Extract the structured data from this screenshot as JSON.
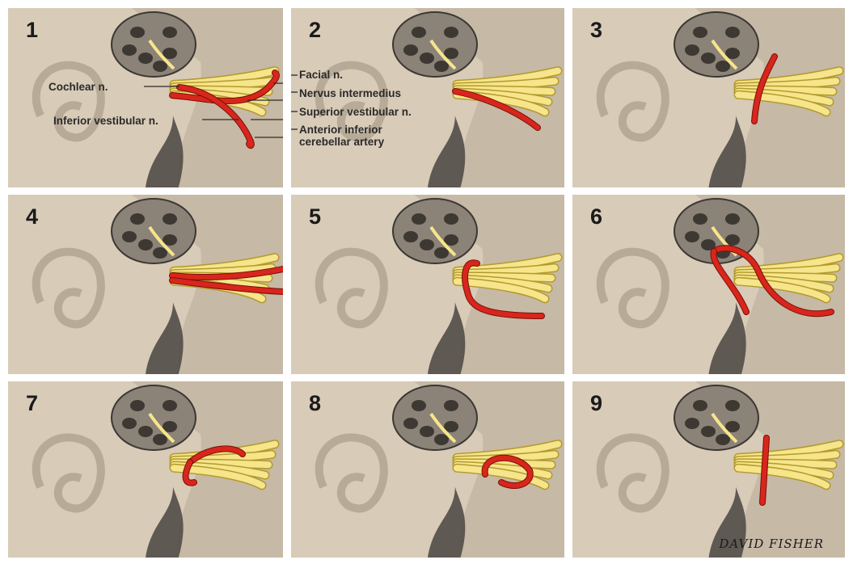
{
  "panels": [
    {
      "number": "1"
    },
    {
      "number": "2"
    },
    {
      "number": "3"
    },
    {
      "number": "4"
    },
    {
      "number": "5"
    },
    {
      "number": "6"
    },
    {
      "number": "7"
    },
    {
      "number": "8"
    },
    {
      "number": "9"
    }
  ],
  "labels": {
    "cochlear": "Cochlear n.",
    "facial": "Facial n.",
    "nervus_intermedius": "Nervus intermedius",
    "inferior_vestibular": "Inferior vestibular n.",
    "superior_vestibular": "Superior vestibular n.",
    "aica_line1": "Anterior inferior",
    "aica_line2": "cerebellar artery"
  },
  "signature": "DAVID FISHER",
  "colors": {
    "background": "#d8cbb7",
    "nerve": "#f6e58a",
    "nerve_edge": "#b39a2e",
    "artery": "#d8261c",
    "artery_edge": "#7a0f0a",
    "bone_shadow": "#4a4542"
  }
}
